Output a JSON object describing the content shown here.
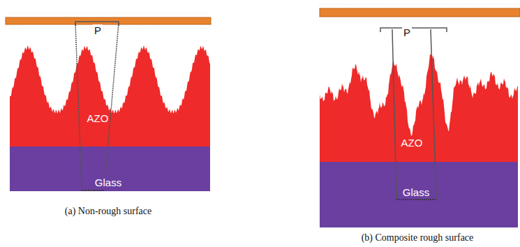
{
  "diagram": {
    "nodes": [
      {
        "text": [
          "AZO"
        ]
      },
      {
        "text": [
          "Glass"
        ]
      },
      {
        "text": [
          "AZO"
        ]
      },
      {
        "text": [
          "Glass"
        ]
      }
    ],
    "labels": [
      "P",
      "(a) Non-rough surface",
      "P",
      "(b) Composite rough surface"
    ]
  }
}
